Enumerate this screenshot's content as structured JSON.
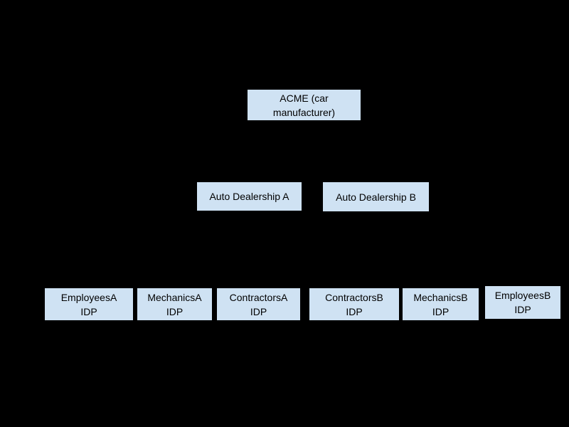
{
  "colors": {
    "background": "#000000",
    "node_fill": "#cfe2f3",
    "node_text": "#000000"
  },
  "diagram": {
    "type": "org-hierarchy",
    "levels": {
      "root": {
        "label": "ACME (car\nmanufacturer)"
      },
      "dealerships": [
        {
          "label": "Auto Dealership A"
        },
        {
          "label": "Auto Dealership B"
        }
      ],
      "idps": [
        {
          "label": "EmployeesA\nIDP"
        },
        {
          "label": "MechanicsA\nIDP"
        },
        {
          "label": "ContractorsA\nIDP"
        },
        {
          "label": "ContractorsB\nIDP"
        },
        {
          "label": "MechanicsB\nIDP"
        },
        {
          "label": "EmployeesB\nIDP"
        }
      ]
    }
  }
}
